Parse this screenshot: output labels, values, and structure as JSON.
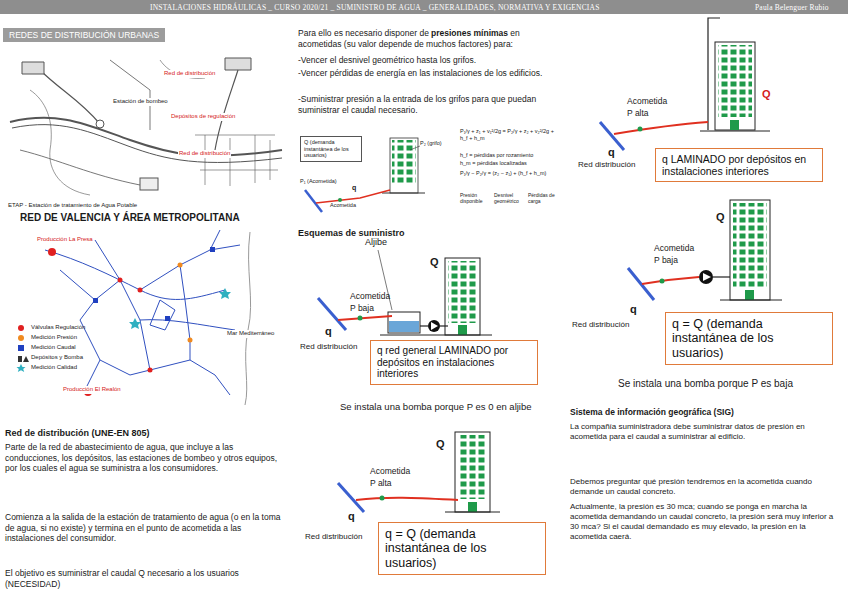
{
  "diagram": {
    "title": "INSTALACIONES HIDRÁULICAS _ CURSO 2020/21 _ SUMINISTRO DE AGUA _ GENERALIDADES, NORMATIVA Y EXIGENCIAS",
    "nodes": [
      {
        "text": [
          "REDES DE DISTRIBUCIÓN URBANAS"
        ]
      },
      {
        "text": [
          "Q (demanda instantánea de los usuarios)"
        ]
      },
      {
        "text": [
          "q red general LAMINADO por depósitos en instalaciones interiores"
        ]
      },
      {
        "text": [
          "q = Q (demanda instantánea de los usuarios)"
        ]
      },
      {
        "text": [
          "q LAMINADO por depósitos en instalaciones interiores"
        ]
      },
      {
        "text": [
          "q = Q (demanda instantánea de los usuarios)"
        ]
      }
    ],
    "labels": [
      "Paula Belenguer Rubio",
      "Red de distribución",
      "Estación de bombeo",
      "Depósitos de regulación",
      "Red de distribución",
      "ETAP - Estación de tratamiento de Agua Potable",
      "RED DE VALENCIA Y ÁREA METROPOLITANA",
      "Producción La Presa",
      "Producción El Realón",
      "Mar Mediterráneo",
      "Red de distribución (UNE-EN 805)",
      "Parte de la red de abastecimiento de agua, que incluye a las conducciones, los depósitos, las estaciones de bombeo y otros equipos, por los cuales el agua se suministra a los consumidores.",
      "Comienza a la salida de la estación de tratamiento de agua (o en la toma de agua, si no existe) y termina en el punto de acometida a las instalaciones del consumidor.",
      "El objetivo es suministrar el caudal Q necesario a los usuarios (NECESIDAD)",
      "Para ello es necesario disponer de",
      "presiones mínimas",
      "en acometidas (su valor depende de muchos factores) para:",
      "-Vencer el desnivel geométrico hasta los grifos.",
      "-Vencer pérdidas de energía en las instalaciones de los edificios.",
      "-Suministrar presión a la entrada de los grifos para que puedan suministrar el caudal necesario.",
      "P₁ (Acometida)",
      "Acometida",
      "q",
      "P₂ (grifo)",
      "P₁/γ + z₁ + v₁²/2g = P₂/γ + z₂ + v₂²/2g + h_f + h_m",
      "h_f = pérdidas por rozamiento",
      "h_m = pérdidas localizadas",
      "P₁/γ − P₂/γ = (z₂ − z₁) + (h_f + h_m)",
      "Presión disponible",
      "Desnivel geométrico",
      "Pérdidas de carga",
      "Esquemas de suministro",
      "Aljibe",
      "Q",
      "Acometida",
      "P baja",
      "q",
      "Red distribución",
      "Se instala una bomba porque P es 0 en aljibe",
      "Q",
      "Acometida",
      "P alta",
      "q",
      "Red distribución",
      "Acometida",
      "P alta",
      "Q",
      "q",
      "Red distribución",
      "Q",
      "Acometida",
      "P baja",
      "q",
      "Red distribución",
      "Se instala una bomba porque P es baja",
      "Sistema de información geográfica (SIG)",
      "La compañía suministradora debe suministrar datos de presión en acometida para el caudal a suministrar al edificio.",
      "Debemos preguntar qué presión tendremos en la acometida cuando demande un caudal concreto.",
      "Actualmente, la presión es 30 mca; cuando se ponga en marcha la acometida demandando un caudal concreto, la presión será muy inferior a 30 mca? Si el caudal demandado es muy elevado, la presión en la acometida caerá."
    ],
    "legend": [
      {
        "text": "Válvulas Regulación",
        "color": "#e02020"
      },
      {
        "text": "Medición Presión",
        "color": "#f08a20"
      },
      {
        "text": "Medición Caudal",
        "color": "#2040c0"
      },
      {
        "text": "Depósitos y Bomba"
      },
      {
        "text": "Medición Calidad"
      }
    ]
  }
}
